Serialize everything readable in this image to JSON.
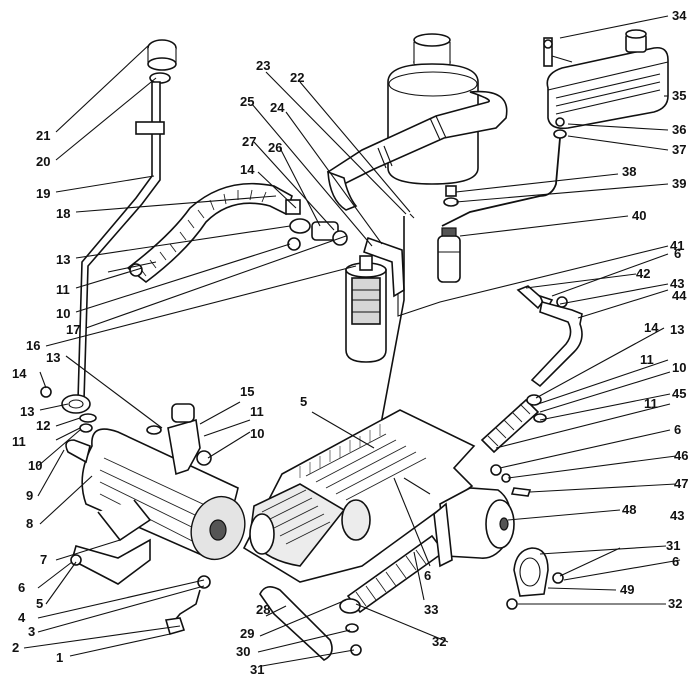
{
  "diagram": {
    "type": "exploded-parts-diagram",
    "line_color": "#111111",
    "background": "#ffffff",
    "callouts": [
      {
        "id": "c34",
        "label": "34"
      },
      {
        "id": "c35",
        "label": "35"
      },
      {
        "id": "c36",
        "label": "36"
      },
      {
        "id": "c37",
        "label": "37"
      },
      {
        "id": "c38",
        "label": "38"
      },
      {
        "id": "c39",
        "label": "39"
      },
      {
        "id": "c40",
        "label": "40"
      },
      {
        "id": "c41",
        "label": "41"
      },
      {
        "id": "c42",
        "label": "42"
      },
      {
        "id": "c6a",
        "label": "6"
      },
      {
        "id": "c43a",
        "label": "43"
      },
      {
        "id": "c44",
        "label": "44"
      },
      {
        "id": "c14r",
        "label": "14"
      },
      {
        "id": "c13r",
        "label": "13"
      },
      {
        "id": "c11r1",
        "label": "11"
      },
      {
        "id": "c10r",
        "label": "10"
      },
      {
        "id": "c45",
        "label": "45"
      },
      {
        "id": "c11r2",
        "label": "11"
      },
      {
        "id": "c6b",
        "label": "6"
      },
      {
        "id": "c46",
        "label": "46"
      },
      {
        "id": "c47",
        "label": "47"
      },
      {
        "id": "c48",
        "label": "48"
      },
      {
        "id": "c43b",
        "label": "43"
      },
      {
        "id": "c31r",
        "label": "31"
      },
      {
        "id": "c6c",
        "label": "6"
      },
      {
        "id": "c49",
        "label": "49"
      },
      {
        "id": "c32r",
        "label": "32"
      },
      {
        "id": "c21",
        "label": "21"
      },
      {
        "id": "c20",
        "label": "20"
      },
      {
        "id": "c19",
        "label": "19"
      },
      {
        "id": "c18",
        "label": "18"
      },
      {
        "id": "c13a",
        "label": "13"
      },
      {
        "id": "c11a",
        "label": "11"
      },
      {
        "id": "c10a",
        "label": "10"
      },
      {
        "id": "c17",
        "label": "17"
      },
      {
        "id": "c16",
        "label": "16"
      },
      {
        "id": "c13b",
        "label": "13"
      },
      {
        "id": "c14l",
        "label": "14"
      },
      {
        "id": "c13c",
        "label": "13"
      },
      {
        "id": "c12",
        "label": "12"
      },
      {
        "id": "c11b",
        "label": "11"
      },
      {
        "id": "c10b",
        "label": "10"
      },
      {
        "id": "c9",
        "label": "9"
      },
      {
        "id": "c8",
        "label": "8"
      },
      {
        "id": "c7",
        "label": "7"
      },
      {
        "id": "c6d",
        "label": "6"
      },
      {
        "id": "c5l",
        "label": "5"
      },
      {
        "id": "c4",
        "label": "4"
      },
      {
        "id": "c3",
        "label": "3"
      },
      {
        "id": "c2",
        "label": "2"
      },
      {
        "id": "c1",
        "label": "1"
      },
      {
        "id": "c23",
        "label": "23"
      },
      {
        "id": "c22",
        "label": "22"
      },
      {
        "id": "c25",
        "label": "25"
      },
      {
        "id": "c24",
        "label": "24"
      },
      {
        "id": "c27",
        "label": "27"
      },
      {
        "id": "c26",
        "label": "26"
      },
      {
        "id": "c14m",
        "label": "14"
      },
      {
        "id": "c15",
        "label": "15"
      },
      {
        "id": "c11m",
        "label": "11"
      },
      {
        "id": "c10m",
        "label": "10"
      },
      {
        "id": "c5m",
        "label": "5"
      },
      {
        "id": "c6m",
        "label": "6"
      },
      {
        "id": "c28",
        "label": "28"
      },
      {
        "id": "c29",
        "label": "29"
      },
      {
        "id": "c30",
        "label": "30"
      },
      {
        "id": "c31b",
        "label": "31"
      },
      {
        "id": "c32b",
        "label": "32"
      },
      {
        "id": "c33",
        "label": "33"
      }
    ]
  }
}
